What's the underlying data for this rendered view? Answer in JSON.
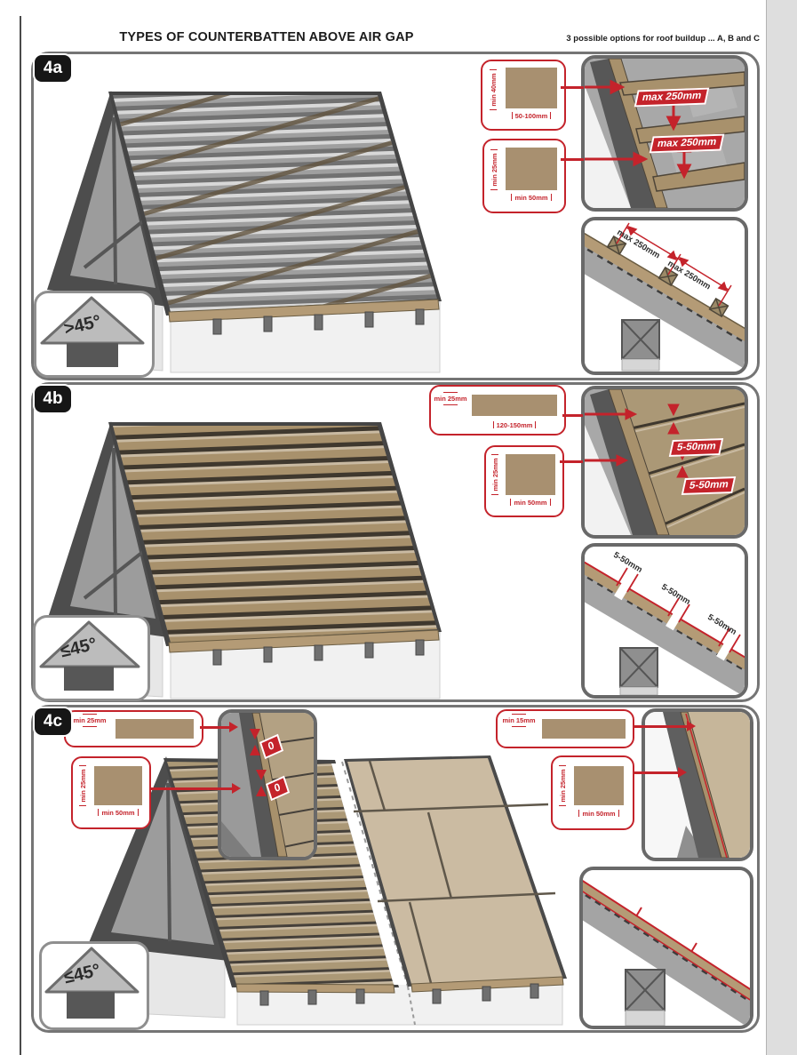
{
  "page": {
    "title": "TYPES OF COUNTERBATTEN ABOVE AIR GAP",
    "subtitle": "3 possible options for roof buildup ... A, B and C"
  },
  "colors": {
    "accent_red": "#c4232b",
    "wood_swatch": "#a89070",
    "board_wood": "#ab9876",
    "panel_border": "#757575",
    "inset_gray": "#a8a8a8",
    "dark_gray": "#4f4f4f"
  },
  "sections": {
    "a": {
      "badge": "4a",
      "angle_label": ">45°",
      "callout1": {
        "side": "min 40mm",
        "bottom": "50-100mm"
      },
      "callout2": {
        "side": "min 25mm",
        "bottom": "min 50mm"
      },
      "inset_top": {
        "label1": "max 250mm",
        "label2": "max 250mm"
      },
      "inset_bottom": {
        "label1": "max 250mm",
        "label2": "max 250mm"
      }
    },
    "b": {
      "badge": "4b",
      "angle_label": "≤45°",
      "callout1": {
        "side": "min 25mm",
        "bottom": "120-150mm"
      },
      "callout2": {
        "side": "min 25mm",
        "bottom": "min 50mm"
      },
      "inset_top": {
        "label1": "5-50mm",
        "label2": "5-50mm"
      },
      "inset_bottom": {
        "label1": "5-50mm",
        "label2": "5-50mm",
        "label3": "5-50mm"
      }
    },
    "c": {
      "badge": "4c",
      "angle_label": "≤45°",
      "callout1": {
        "side": "min 25mm"
      },
      "callout2": {
        "side": "min 25mm",
        "bottom": "min 50mm"
      },
      "callout3": {
        "side": "min 15mm"
      },
      "callout4": {
        "side": "min 25mm",
        "bottom": "min 50mm"
      },
      "gap_labels": {
        "label1": "0",
        "label2": "0"
      }
    }
  }
}
